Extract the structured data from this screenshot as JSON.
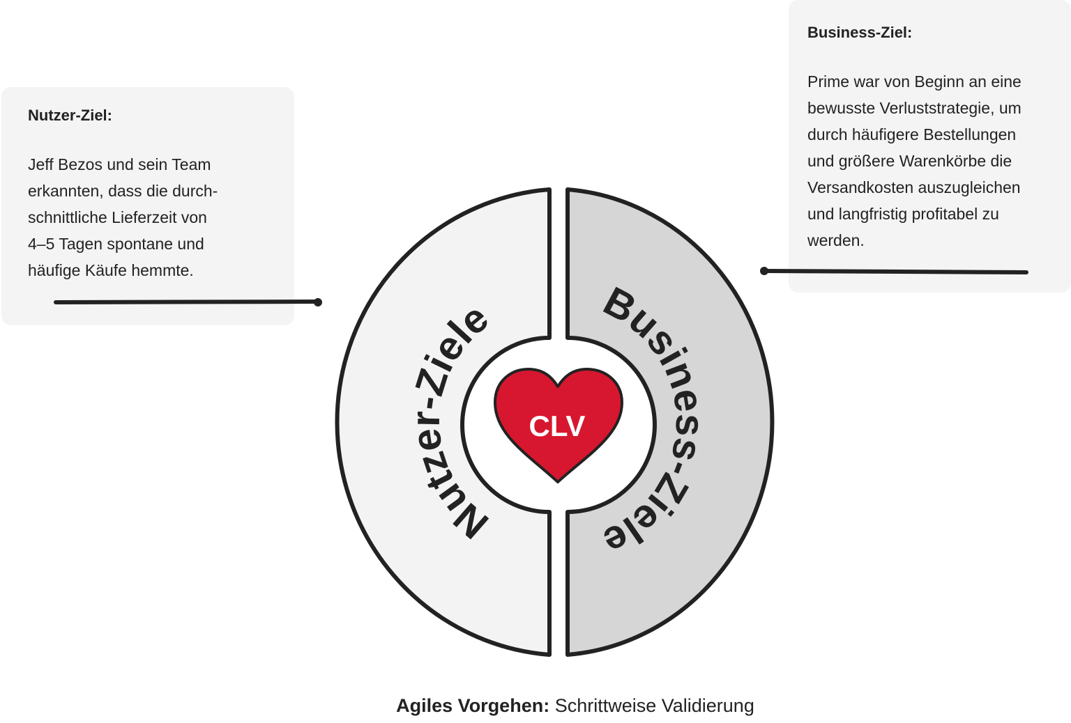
{
  "user_goal": {
    "title": "Nutzer-Ziel:",
    "text": "Jeff Bezos und sein Team\nerkannten, dass die durch-\nschnittliche Lieferzeit von\n4–5 Tagen spontane und\nhäufige Käufe hemmte."
  },
  "business_goal": {
    "title": "Business-Ziel:",
    "text": "Prime war von Beginn an eine\nbewusste Verluststrategie, um\ndurch häufigere Bestellungen\nund größere Warenkörbe die\nVersandkosten auszugleichen\nund langfristig profitabel zu\nwerden."
  },
  "circle": {
    "left_label": "Nutzer-Ziele",
    "right_label": "Business-Ziele",
    "center_label": "CLV"
  },
  "caption": {
    "bold": "Agiles Vorgehen:",
    "normal": " Schrittweise Validierung"
  },
  "colors": {
    "left_fill": "#f3f3f3",
    "right_fill": "#d6d6d6",
    "heart": "#d7172f",
    "stroke": "#222222"
  }
}
